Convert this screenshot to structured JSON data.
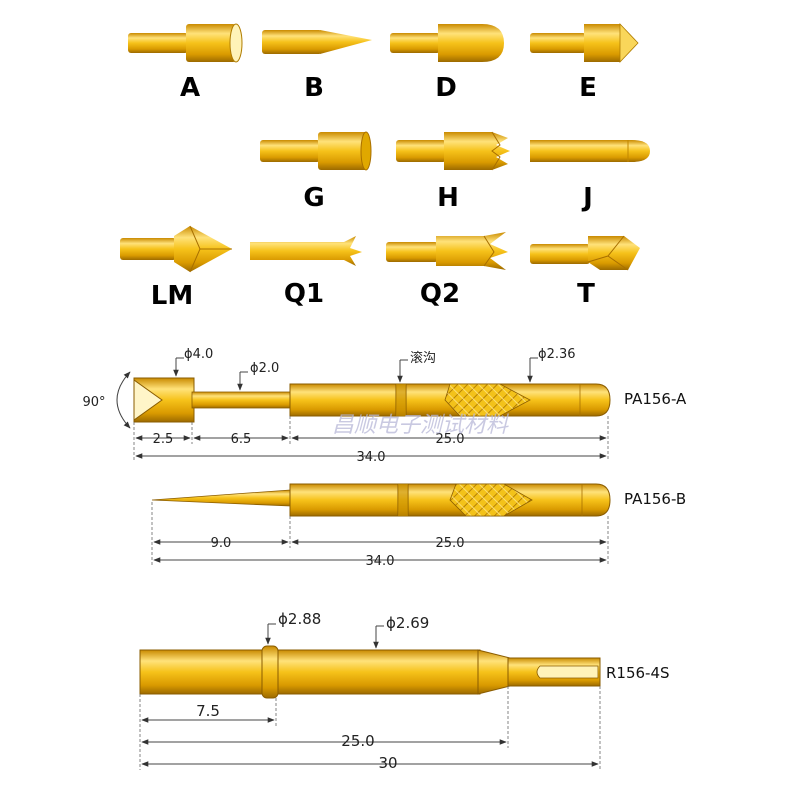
{
  "tips": [
    {
      "label": "A",
      "shape": "cup"
    },
    {
      "label": "B",
      "shape": "needle"
    },
    {
      "label": "D",
      "shape": "dome"
    },
    {
      "label": "E",
      "shape": "cone"
    },
    {
      "label": "G",
      "shape": "flat"
    },
    {
      "label": "H",
      "shape": "crown"
    },
    {
      "label": "J",
      "shape": "round"
    },
    {
      "label": "LM",
      "shape": "spear"
    },
    {
      "label": "Q1",
      "shape": "serrated"
    },
    {
      "label": "Q2",
      "shape": "crown-wide"
    },
    {
      "label": "T",
      "shape": "chisel"
    }
  ],
  "probe_a": {
    "part_no": "PA156-A",
    "angle": "90°",
    "dia_head": "ϕ4.0",
    "dia_neck": "ϕ2.0",
    "groove_label": "滚沟",
    "dia_barrel": "ϕ2.36",
    "dim_head": "2.5",
    "dim_neck": "6.5",
    "dim_barrel": "25.0",
    "dim_total": "34.0"
  },
  "probe_b": {
    "part_no": "PA156-B",
    "dim_tip": "9.0",
    "dim_barrel": "25.0",
    "dim_total": "34.0"
  },
  "receptacle": {
    "part_no": "R156-4S",
    "dia_collar": "ϕ2.88",
    "dia_body": "ϕ2.69",
    "dim_collar": "7.5",
    "dim_body": "25.0",
    "dim_total": "30"
  },
  "watermark": "昌顺电子测试材料",
  "colors": {
    "gold": "#f2b705",
    "gold_light": "#ffe27a",
    "gold_dark": "#b07c00"
  }
}
